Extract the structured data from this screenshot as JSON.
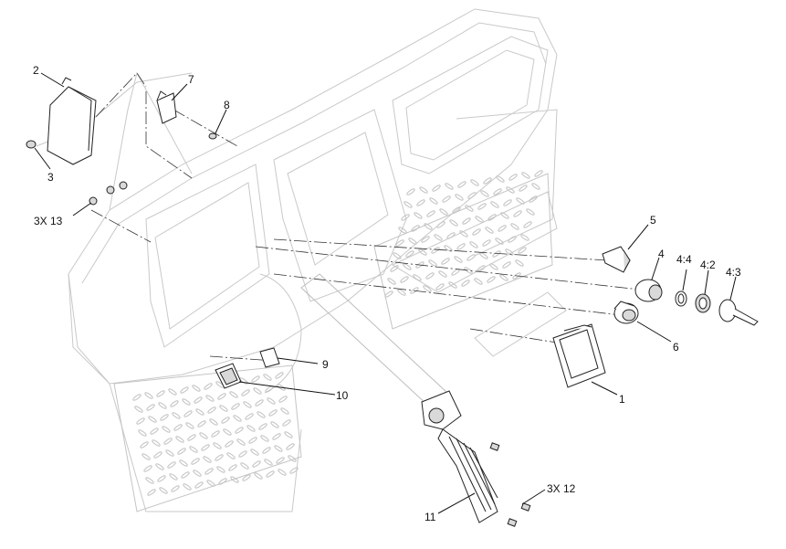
{
  "callouts": {
    "c1": "1",
    "c2": "2",
    "c3": "3",
    "c4": "4",
    "c4_2": "4:2",
    "c4_3": "4:3",
    "c4_4": "4:4",
    "c5": "5",
    "c6": "6",
    "c7": "7",
    "c8": "8",
    "c9": "9",
    "c10": "10",
    "c11": "11",
    "c12": "3X 12",
    "c13": "3X 13"
  }
}
